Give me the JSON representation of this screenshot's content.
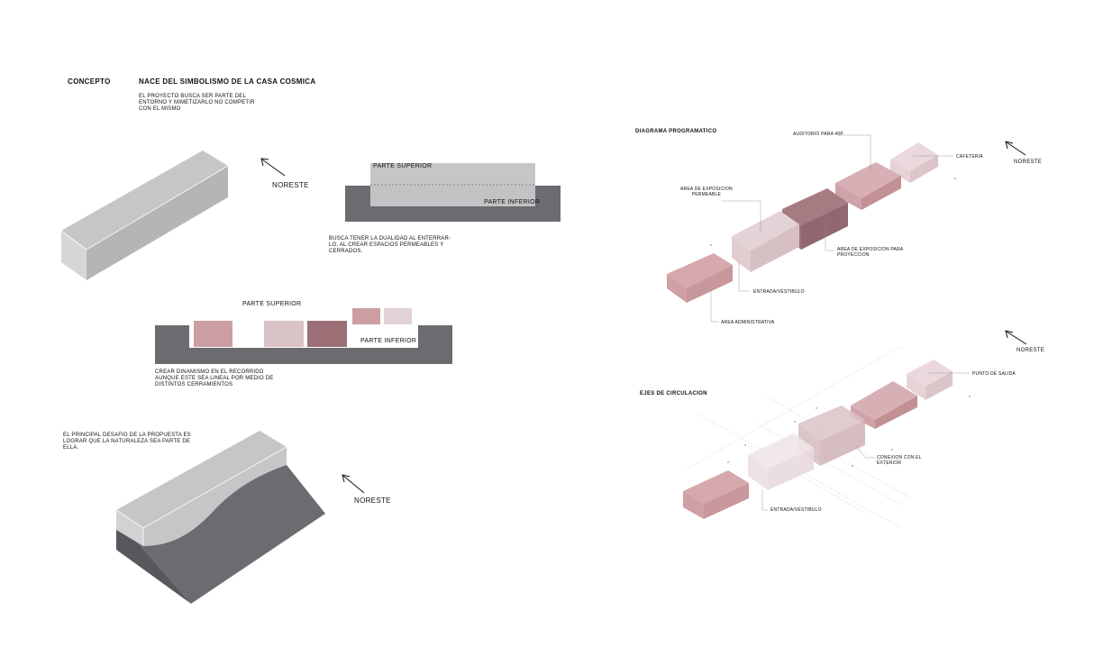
{
  "palette": {
    "light_gray": "#c6c6c8",
    "mid_gray": "#a9a9ac",
    "dark_gray": "#6c6b6f",
    "darker_gray": "#58575b",
    "rose_light": "#e2d2d5",
    "rose_mid": "#d7bfc3",
    "rose": "#cc9ea4",
    "mauve": "#9c6f77"
  },
  "concept": {
    "label": "CONCEPTO",
    "title": "NACE DEL SIMBOLISMO DE LA CASA COSMICA",
    "paragraph": "EL PROYECTO BUSCA SER PARTE DEL\nENTORNO Y MIMETIZARLO NO COMPETIR\nCON EL MISMO",
    "north_label": "NORESTE"
  },
  "section_one": {
    "top_label": "PARTE SUPERIOR",
    "bottom_label": "PARTE INFERIOR",
    "caption": "BUSCA TENER LA DUALIDAD AL ENTERRAR-\nLO, AL CREAR ESPACIOS PERMEABLES Y\nCERRADOS."
  },
  "section_two": {
    "top_label": "PARTE SUPERIOR",
    "bottom_label": "PARTE INFERIOR",
    "caption": "CREAR DINAMISMO EN EL RECORRIDO\nAUNQUE ESTE SEA LINEAL POR MEDIO DE\nDISTINTOS CERRAMIENTOS"
  },
  "challenge": {
    "text": "EL PRINCIPAL DESAFIO DE LA PROPUESTA ES\nLOGRAR QUE LA NATURALEZA SEA PARTE DE\nELLA.",
    "north_label": "NORESTE"
  },
  "program_diagram": {
    "title": "DIAGRAMA PROGRAMATICO",
    "north_label": "NORESTE",
    "labels": {
      "auditorio": "AUDITORIO PARA 40P",
      "cafeteria": "CAFETERIA",
      "exposicion_permeable": "AREA DE EXPOSICION\nPERMEABLE",
      "exposicion_proyeccion": "AREA DE EXPOSICION PARA\nPROYECCION",
      "entrada": "ENTRADA/VESTIBULO",
      "administrativa": "AREA ADMINISTRATIVA"
    }
  },
  "circulation": {
    "title": "EJES DE CIRCULACION",
    "north_label": "NORESTE",
    "labels": {
      "salida": "PUNTO DE SALIDA",
      "conexion": "CONEXION CON EL\nEXTERIOR",
      "entrada": "ENTRADA/VESTIBULO"
    }
  }
}
